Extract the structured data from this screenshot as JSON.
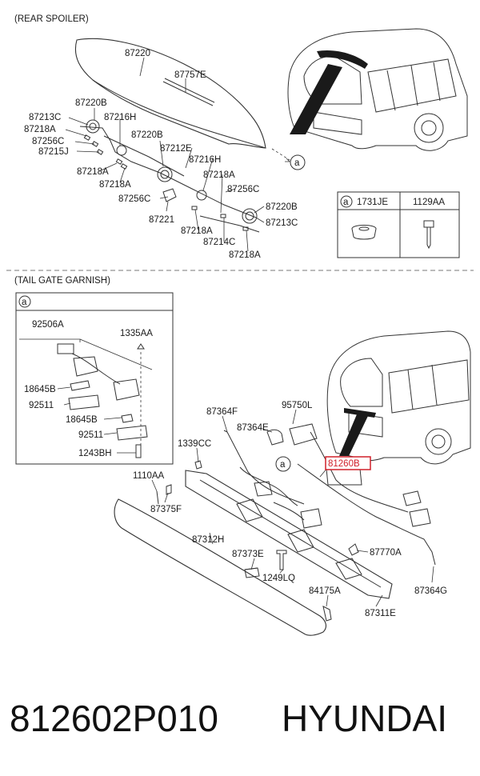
{
  "sections": {
    "rear_spoiler": "(REAR SPOILER)",
    "tail_gate_garnish": "(TAIL GATE GARNISH)"
  },
  "callout_a": "a",
  "spoiler_labels": {
    "p87220": "87220",
    "p87757E": "87757E",
    "p87220B_1": "87220B",
    "p87213C_1": "87213C",
    "p87218A_1": "87218A",
    "p87216H_1": "87216H",
    "p87256C_1": "87256C",
    "p87220B_2": "87220B",
    "p87215J": "87215J",
    "p87212E": "87212E",
    "p87218A_2": "87218A",
    "p87218A_3": "87218A",
    "p87216H_2": "87216H",
    "p87218A_4": "87218A",
    "p87256C_2": "87256C",
    "p87256C_3": "87256C",
    "p87220B_3": "87220B",
    "p87221": "87221",
    "p87213C_2": "87213C",
    "p87218A_5": "87218A",
    "p87214C": "87214C",
    "p87218A_6": "87218A"
  },
  "hardware_table": {
    "key": "a",
    "col1": "1731JE",
    "col2": "1129AA"
  },
  "lamp_box": {
    "key": "a",
    "p92506A": "92506A",
    "p1335AA": "1335AA",
    "p18645B_1": "18645B",
    "p92511_1": "92511",
    "p18645B_2": "18645B",
    "p92511_2": "92511",
    "p1243BH": "1243BH"
  },
  "garnish_labels": {
    "p87364F": "87364F",
    "p95750L": "95750L",
    "p87364E": "87364E",
    "p1339CC": "1339CC",
    "p81260B": "81260B",
    "p1110AA": "1110AA",
    "p87375F": "87375F",
    "p87312H": "87312H",
    "p87373E": "87373E",
    "p87770A": "87770A",
    "p1249LQ": "1249LQ",
    "p84175A": "84175A",
    "p87364G": "87364G",
    "p87311E": "87311E"
  },
  "footer": {
    "part_number": "812602P010",
    "brand": "HYUNDAI"
  },
  "colors": {
    "highlight": "#d0202a",
    "ink": "#1a1a1a",
    "divider": "#777777"
  }
}
